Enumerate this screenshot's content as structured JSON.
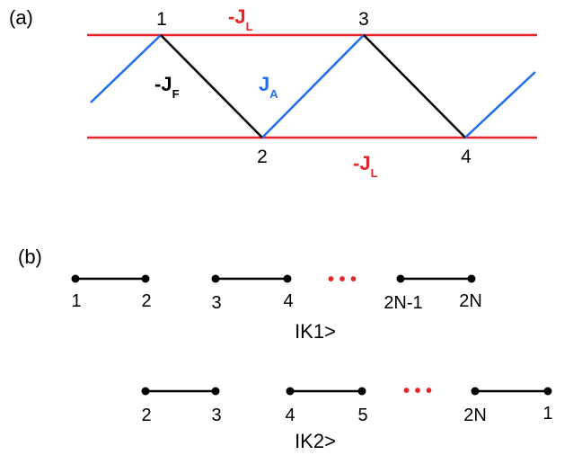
{
  "panel_a": {
    "label": "(a)",
    "sites": [
      "1",
      "2",
      "3",
      "4"
    ],
    "couplings": {
      "top": {
        "main": "-J",
        "sub": "L"
      },
      "bottom": {
        "main": "-J",
        "sub": "L"
      },
      "ferro": {
        "main": "-J",
        "sub": "F"
      },
      "antiferro": {
        "main": "J",
        "sub": "A"
      }
    },
    "colors": {
      "legs": "#e8232a",
      "antiferro_bond": "#1e6ff0",
      "ferro_bond": "#000000"
    }
  },
  "panel_b": {
    "label": "(b)",
    "row1": {
      "site_labels": [
        "1",
        "2",
        "3",
        "4",
        "2N-1",
        "2N"
      ],
      "ellipsis": "• • •",
      "state": "IK1>"
    },
    "row2": {
      "site_labels": [
        "2",
        "3",
        "4",
        "5",
        "2N",
        "1"
      ],
      "ellipsis": "• • •",
      "state": "IK2>"
    },
    "ellipsis_color": "#e8232a"
  }
}
